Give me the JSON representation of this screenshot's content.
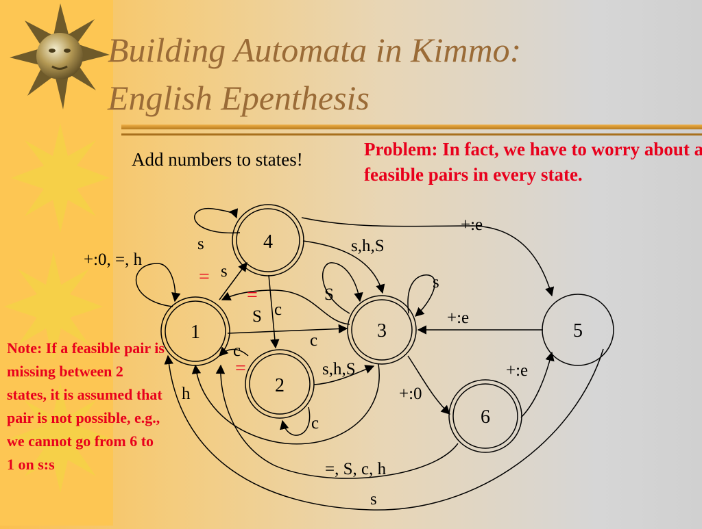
{
  "slide": {
    "title_line1": "Building Automata in Kimmo:",
    "title_line2": "English Epenthesis",
    "subtitle": "Add numbers to states!",
    "problem": "Problem: In fact, we have to worry about all feasible pairs in every state.",
    "note": "Note: If a feasible pair is missing between 2 states, it is assumed that pair is not possible, e.g., we cannot go from 6 to 1 on s:s"
  },
  "colors": {
    "sidebar": "#fdc653",
    "title": "#9a6b37",
    "rule": "#b57a20",
    "alert": "#e8001c"
  },
  "icons": [
    "sun-face-icon",
    "sun-icon"
  ],
  "diagram": {
    "states": {
      "s1": "1",
      "s2": "2",
      "s3": "3",
      "s4": "4",
      "s5": "5",
      "s6": "6"
    },
    "labels": {
      "loop1": "+:0, =, h",
      "loop4": "s",
      "e1to4_s": "s",
      "e1to4_eq": "=",
      "e4to5": "+:e",
      "e4to3": "s,h,S",
      "loop3_S": "S",
      "loop3_s": "s",
      "e3to1_eq": "=",
      "e3to1_S": "S",
      "e4to2_c": "c",
      "e1to3_c": "c",
      "e3to5": "+:e",
      "e2to1_c": "c",
      "e2to1_eq": "=",
      "e2to3": "s,h,S",
      "e3to1_h": "h",
      "e3to6": "+:0",
      "e6to5": "+:e",
      "loop2": "c",
      "e6to1": "=, S, c, h",
      "e5to1": "s"
    }
  }
}
